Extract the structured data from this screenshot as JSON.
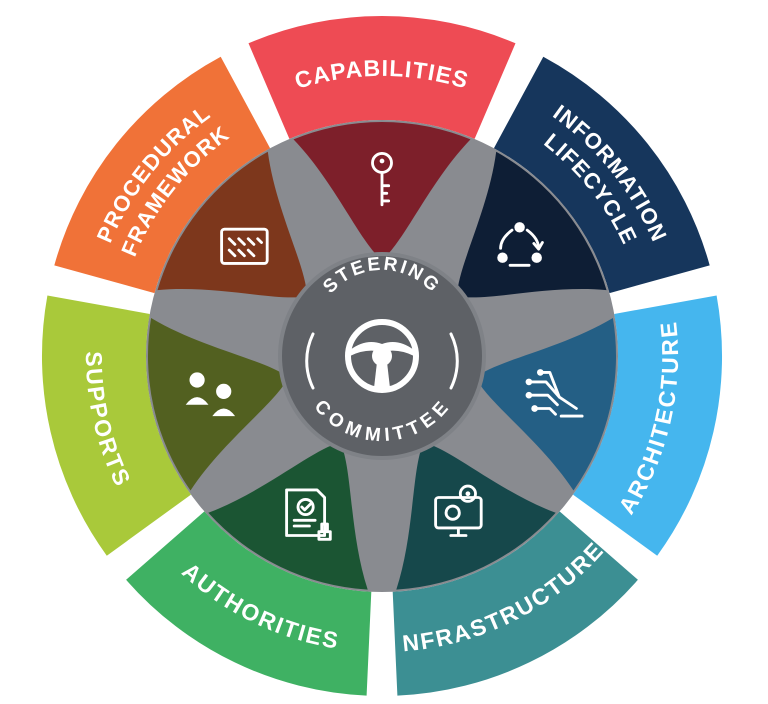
{
  "hub": {
    "top_label": "STEERING",
    "bottom_label": "COMMITTEE",
    "icon": "steering-wheel-icon",
    "color": "#5e6166",
    "ring_color": "#7f8287"
  },
  "segments": [
    {
      "id": "capabilities",
      "label": "CAPABILITIES",
      "lines": [
        "CAPABILITIES"
      ],
      "color": "#ee4b54",
      "petal_color": "#7d1f2a",
      "icon": "key-icon"
    },
    {
      "id": "information-lifecycle",
      "label": "INFORMATION LIFECYCLE",
      "lines": [
        "INFORMATION",
        "LIFECYCLE"
      ],
      "color": "#16365c",
      "petal_color": "#0e1e35",
      "icon": "cycle-icon"
    },
    {
      "id": "architecture",
      "label": "ARCHITECTURE",
      "lines": [
        "ARCHITECTURE"
      ],
      "color": "#45b6ee",
      "petal_color": "#245f85",
      "icon": "tree-network-icon"
    },
    {
      "id": "infrastructure",
      "label": "INFRASTRUCTURE",
      "lines": [
        "INFRASTRUCTURE"
      ],
      "color": "#3c8f93",
      "petal_color": "#16484b",
      "icon": "monitor-gears-icon"
    },
    {
      "id": "authorities",
      "label": "AUTHORITIES",
      "lines": [
        "AUTHORITIES"
      ],
      "color": "#3fb163",
      "petal_color": "#1b5533",
      "icon": "document-stamp-icon"
    },
    {
      "id": "supports",
      "label": "SUPPORTS",
      "lines": [
        "SUPPORTS"
      ],
      "color": "#a9c93a",
      "petal_color": "#526020",
      "icon": "people-icon"
    },
    {
      "id": "procedural-framework",
      "label": "PROCEDURAL FRAMEWORK",
      "lines": [
        "PROCEDURAL",
        "FRAMEWORK"
      ],
      "color": "#f07238",
      "petal_color": "#7d371c",
      "icon": "procedure-board-icon"
    }
  ]
}
